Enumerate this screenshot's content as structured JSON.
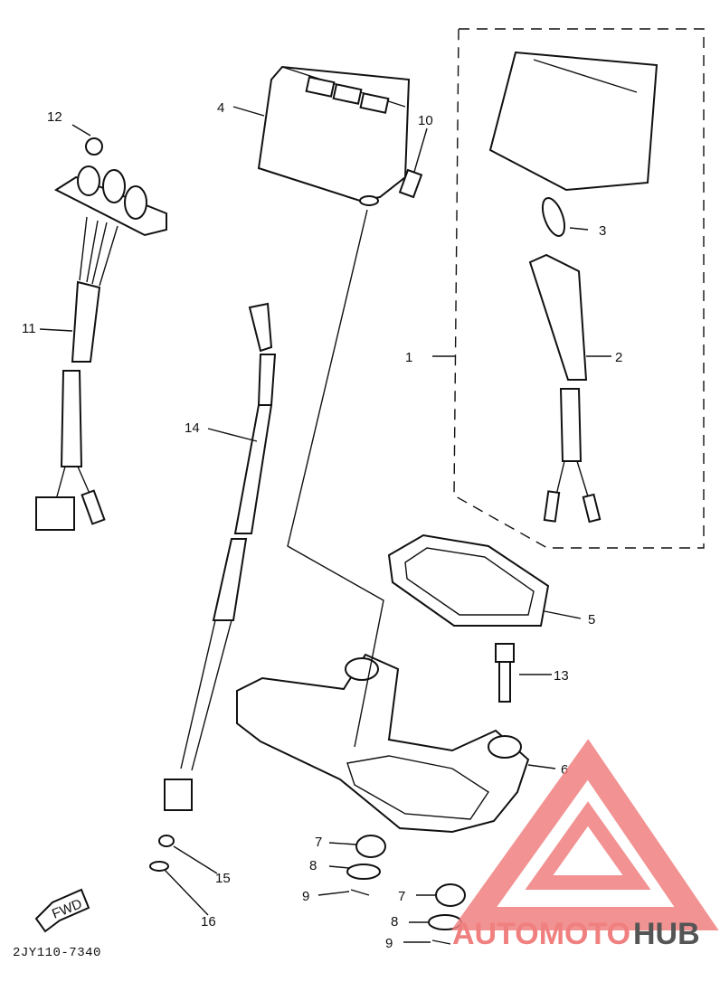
{
  "diagram": {
    "drawing_code": "2JY110-7340",
    "fwd_label": "FWD",
    "part_labels": [
      {
        "id": "p1",
        "text": "1"
      },
      {
        "id": "p2",
        "text": "2"
      },
      {
        "id": "p3",
        "text": "3"
      },
      {
        "id": "p4",
        "text": "4"
      },
      {
        "id": "p5",
        "text": "5"
      },
      {
        "id": "p6",
        "text": "6"
      },
      {
        "id": "p7a",
        "text": "7"
      },
      {
        "id": "p7b",
        "text": "7"
      },
      {
        "id": "p8a",
        "text": "8"
      },
      {
        "id": "p8b",
        "text": "8"
      },
      {
        "id": "p9a",
        "text": "9"
      },
      {
        "id": "p9b",
        "text": "9"
      },
      {
        "id": "p10",
        "text": "10"
      },
      {
        "id": "p11",
        "text": "11"
      },
      {
        "id": "p12",
        "text": "12"
      },
      {
        "id": "p13",
        "text": "13"
      },
      {
        "id": "p14",
        "text": "14"
      },
      {
        "id": "p15",
        "text": "15"
      },
      {
        "id": "p16",
        "text": "16"
      }
    ]
  },
  "watermark": {
    "text_accent": "AUTOMOTO",
    "text_dark": "HUB",
    "accent_color": "#f08080",
    "dark_color": "#555555"
  }
}
